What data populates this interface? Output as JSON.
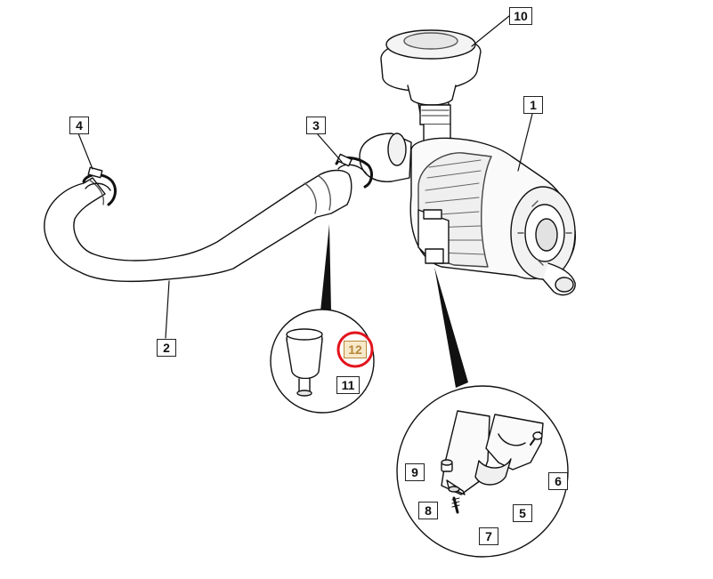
{
  "diagram": {
    "highlight_color": "#e3141c",
    "callouts": [
      {
        "id": "c10",
        "label": "10"
      },
      {
        "id": "c1",
        "label": "1"
      },
      {
        "id": "c4",
        "label": "4"
      },
      {
        "id": "c3",
        "label": "3"
      },
      {
        "id": "c2",
        "label": "2"
      },
      {
        "id": "c12",
        "label": "12"
      },
      {
        "id": "c11",
        "label": "11"
      },
      {
        "id": "c9",
        "label": "9"
      },
      {
        "id": "c6",
        "label": "6"
      },
      {
        "id": "c8",
        "label": "8"
      },
      {
        "id": "c5",
        "label": "5"
      },
      {
        "id": "c7",
        "label": "7"
      }
    ]
  }
}
